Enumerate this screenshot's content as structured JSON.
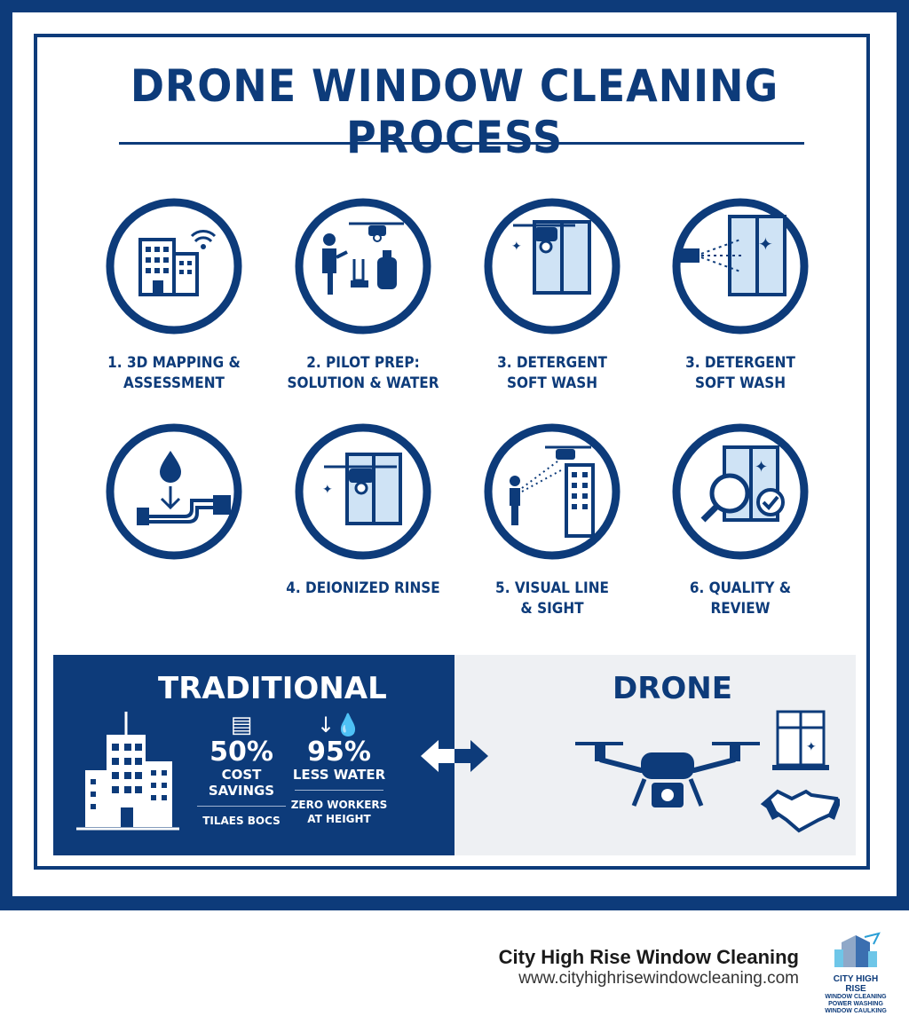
{
  "title": "DRONE WINDOW CLEANING PROCESS",
  "steps": [
    {
      "label": "1. 3D MAPPING &\nASSESSMENT",
      "icon": "building-wifi-icon"
    },
    {
      "label": "2. PILOT PREP:\nSOLUTION & WATER",
      "icon": "pilot-drone-tank-icon"
    },
    {
      "label": "3. DETERGENT\nSOFT WASH",
      "icon": "drone-window-icon"
    },
    {
      "label": "3. DETERGENT\nSOFT WASH",
      "icon": "spray-window-icon"
    },
    {
      "label": "",
      "icon": "water-drop-hose-icon"
    },
    {
      "label": "4. DEIONIZED RINSE",
      "icon": "drone-window-rinse-icon"
    },
    {
      "label": "5. VISUAL LINE\n& SIGHT",
      "icon": "pilot-spray-building-icon"
    },
    {
      "label": "6. QUALITY &\nREVIEW",
      "icon": "magnifier-check-icon"
    }
  ],
  "comparison": {
    "traditional_title": "TRADITIONAL",
    "drone_title": "DRONE",
    "stats": [
      {
        "pct": "50%",
        "caption": "COST SAVINGS",
        "sub": "TILAES BOCS",
        "icon": "money-stack-icon"
      },
      {
        "pct": "95%",
        "caption": "LESS WATER",
        "sub": "ZERO WORKERS\nAT HEIGHT",
        "icon": "water-drop-icon"
      }
    ]
  },
  "footer": {
    "company": "City High Rise Window Cleaning",
    "url": "www.cityhighrisewindowcleaning.com",
    "logo_lines": [
      "CITY HIGH RISE",
      "WINDOW CLEANING",
      "POWER WASHING",
      "WINDOW CAULKING"
    ]
  },
  "colors": {
    "navy": "#0d3b7a",
    "light_gray": "#eef0f3",
    "glass": "#cfe3f5"
  }
}
